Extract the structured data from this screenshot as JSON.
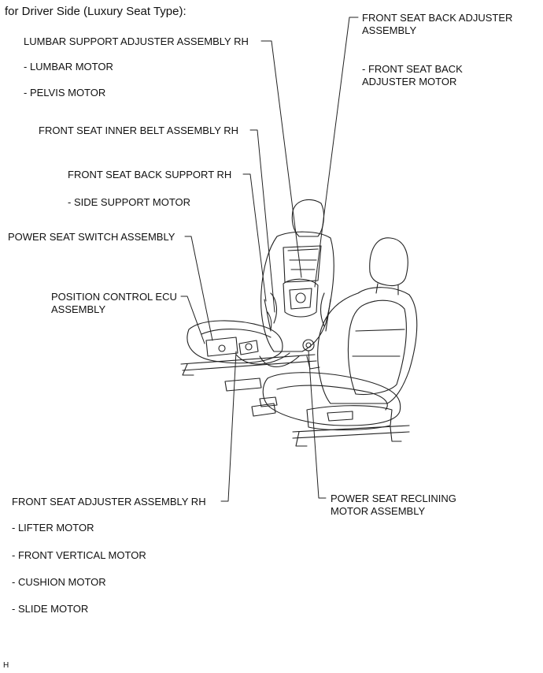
{
  "title": "for Driver Side (Luxury Seat Type):",
  "labels": {
    "lumbar_support": "LUMBAR SUPPORT ADJUSTER ASSEMBLY RH",
    "lumbar_motor": "- LUMBAR MOTOR",
    "pelvis_motor": "- PELVIS MOTOR",
    "inner_belt": "FRONT SEAT INNER BELT ASSEMBLY RH",
    "back_support": "FRONT SEAT BACK SUPPORT RH",
    "side_support_motor": "- SIDE SUPPORT MOTOR",
    "power_switch": "POWER SEAT SWITCH ASSEMBLY",
    "ecu_line1": "POSITION CONTROL ECU",
    "ecu_line2": "ASSEMBLY",
    "back_adjuster_line1": "FRONT SEAT BACK ADJUSTER",
    "back_adjuster_line2": "ASSEMBLY",
    "back_adjuster_motor_line1": "- FRONT SEAT BACK",
    "back_adjuster_motor_line2": "ADJUSTER MOTOR",
    "seat_adjuster": "FRONT SEAT ADJUSTER ASSEMBLY RH",
    "lifter_motor": "- LIFTER MOTOR",
    "front_vertical_motor": "- FRONT VERTICAL MOTOR",
    "cushion_motor": "- CUSHION MOTOR",
    "slide_motor": "- SLIDE MOTOR",
    "reclining_line1": "POWER SEAT RECLINING",
    "reclining_line2": "MOTOR ASSEMBLY"
  },
  "figure_id": "H"
}
